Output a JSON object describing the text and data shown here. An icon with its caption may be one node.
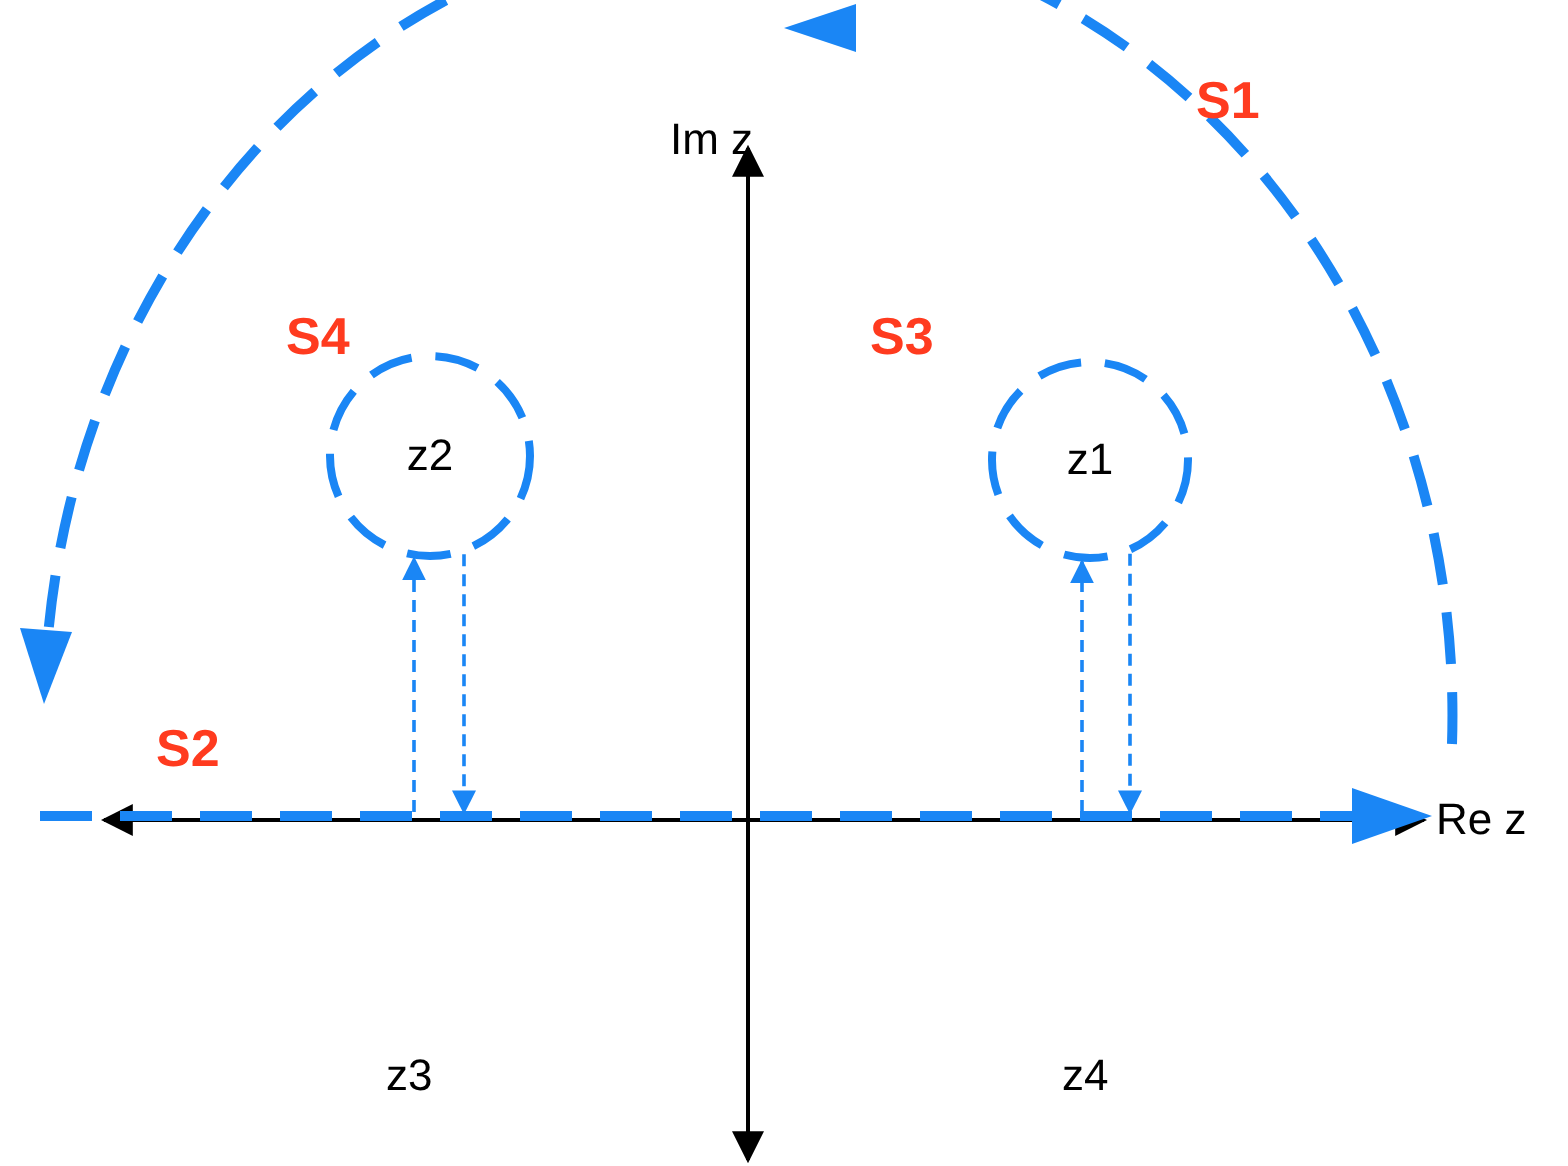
{
  "diagram": {
    "nodes": [
      {
        "text": [
          "z2"
        ],
        "beside": [
          "S4"
        ]
      },
      {
        "text": [
          "z1"
        ],
        "beside": [
          "S3"
        ]
      }
    ],
    "edges": [
      {
        "from": null,
        "to": 0,
        "arrow": "to",
        "style": "dashed"
      },
      {
        "from": 0,
        "to": null,
        "arrow": "to",
        "style": "dashed"
      },
      {
        "from": null,
        "to": 1,
        "arrow": "to",
        "style": "dashed"
      },
      {
        "from": 1,
        "to": null,
        "arrow": "to",
        "style": "dashed"
      }
    ],
    "labels": [
      "S1",
      "Im z",
      "S2",
      "Re z",
      "z3",
      "z4"
    ]
  }
}
